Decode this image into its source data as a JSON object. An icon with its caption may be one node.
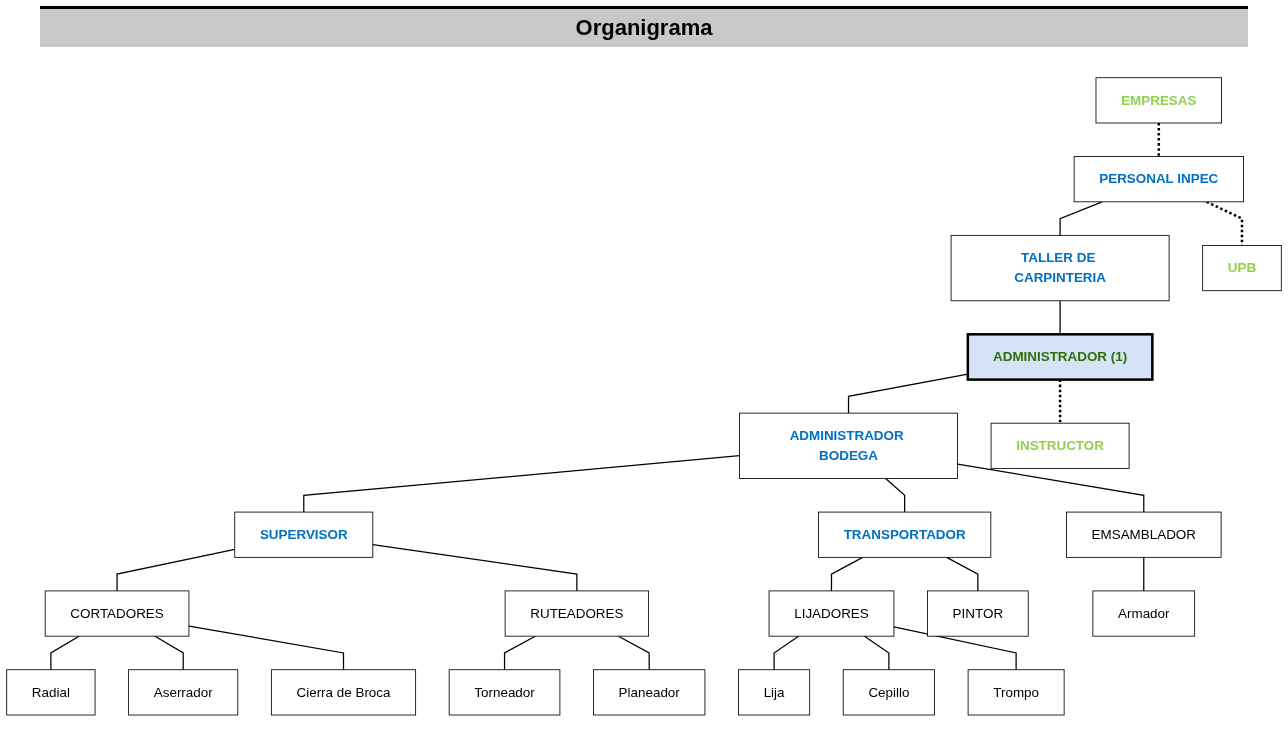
{
  "diagram": {
    "title": "Organigrama",
    "nodes": [
      {
        "text": [
          "EMPRESAS"
        ]
      },
      {
        "text": [
          "PERSONAL INPEC"
        ]
      },
      {
        "text": [
          "UPB"
        ]
      },
      {
        "text": [
          "TALLER DE CARPINTERIA"
        ]
      },
      {
        "text": [
          "ADMINISTRADOR (1)"
        ]
      },
      {
        "text": [
          "INSTRUCTOR"
        ]
      },
      {
        "text": [
          "ADMINISTRADOR BODEGA"
        ]
      },
      {
        "text": [
          "SUPERVISOR"
        ]
      },
      {
        "text": [
          "TRANSPORTADOR"
        ]
      },
      {
        "text": [
          "CORTADORES"
        ]
      },
      {
        "text": [
          "RUTEADORES"
        ]
      },
      {
        "text": [
          "EMSAMBLADOR"
        ]
      },
      {
        "text": [
          "LIJADORES"
        ]
      },
      {
        "text": [
          "PINTOR"
        ]
      },
      {
        "text": [
          "Radial"
        ]
      },
      {
        "text": [
          "Aserrador"
        ]
      },
      {
        "text": [
          "Armador"
        ]
      },
      {
        "text": [
          "Lija"
        ]
      },
      {
        "text": [
          "Cepillo"
        ]
      },
      {
        "text": [
          "Cierra de Broca"
        ]
      },
      {
        "text": [
          "Torneador"
        ]
      },
      {
        "text": [
          "Planeador"
        ]
      },
      {
        "text": [
          "Trompo"
        ]
      }
    ],
    "edges": [
      {
        "from": 0,
        "to": 1,
        "arrow": "none",
        "style": "dashed"
      },
      {
        "from": 1,
        "to": 2,
        "arrow": "none",
        "style": "dashed"
      },
      {
        "from": 1,
        "to": 3,
        "arrow": "none"
      },
      {
        "from": 3,
        "to": 4,
        "arrow": "none"
      },
      {
        "from": 4,
        "to": 5,
        "arrow": "none",
        "style": "dashed"
      },
      {
        "from": 4,
        "to": 6,
        "arrow": "none"
      },
      {
        "from": 6,
        "to": 7,
        "arrow": "none"
      },
      {
        "from": 6,
        "to": 11,
        "arrow": "none"
      },
      {
        "from": 6,
        "to": 8,
        "arrow": "none"
      },
      {
        "from": 7,
        "to": 9,
        "arrow": "none"
      },
      {
        "from": 7,
        "to": 10,
        "arrow": "none"
      },
      {
        "from": 8,
        "to": 12,
        "arrow": "none"
      },
      {
        "from": 8,
        "to": 13,
        "arrow": "none"
      },
      {
        "from": 9,
        "to": 14,
        "arrow": "none"
      },
      {
        "from": 9,
        "to": 15,
        "arrow": "none"
      },
      {
        "from": 9,
        "to": 19,
        "arrow": "none"
      },
      {
        "from": 10,
        "to": 20,
        "arrow": "none"
      },
      {
        "from": 10,
        "to": 21,
        "arrow": "none"
      },
      {
        "from": 11,
        "to": 16,
        "arrow": "none"
      },
      {
        "from": 12,
        "to": 17,
        "arrow": "none"
      },
      {
        "from": 12,
        "to": 18,
        "arrow": "none"
      },
      {
        "from": 12,
        "to": 22,
        "arrow": "none"
      }
    ]
  }
}
